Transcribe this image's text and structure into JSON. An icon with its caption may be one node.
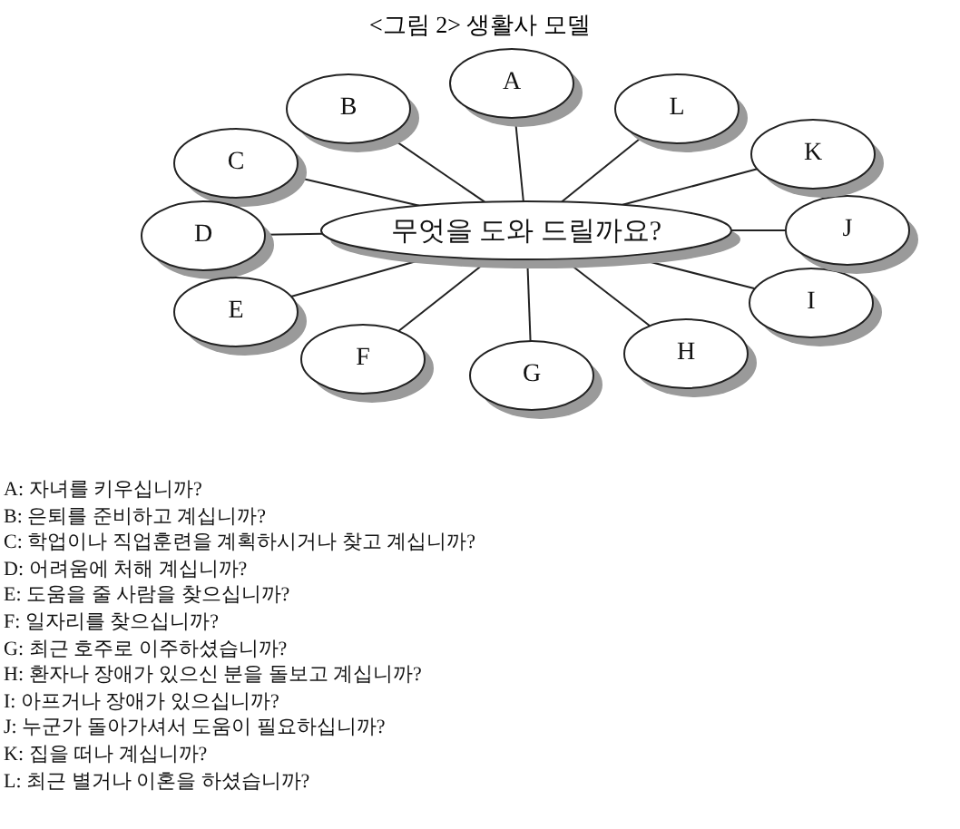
{
  "diagram": {
    "title": "<그림 2> 생활사 모델",
    "nodes": [
      {
        "text": [
          "무엇을 도와 드릴까요?"
        ]
      },
      {
        "text": [
          "A"
        ]
      },
      {
        "text": [
          "B"
        ]
      },
      {
        "text": [
          "C"
        ]
      },
      {
        "text": [
          "D"
        ]
      },
      {
        "text": [
          "E"
        ]
      },
      {
        "text": [
          "F"
        ]
      },
      {
        "text": [
          "G"
        ]
      },
      {
        "text": [
          "H"
        ]
      },
      {
        "text": [
          "I"
        ]
      },
      {
        "text": [
          "J"
        ]
      },
      {
        "text": [
          "K"
        ]
      },
      {
        "text": [
          "L"
        ]
      }
    ],
    "edges": [
      {
        "from": 0,
        "to": 1,
        "arrow": "none"
      },
      {
        "from": 0,
        "to": 2,
        "arrow": "none"
      },
      {
        "from": 0,
        "to": 3,
        "arrow": "none"
      },
      {
        "from": 0,
        "to": 4,
        "arrow": "none"
      },
      {
        "from": 0,
        "to": 5,
        "arrow": "none"
      },
      {
        "from": 0,
        "to": 6,
        "arrow": "none"
      },
      {
        "from": 0,
        "to": 7,
        "arrow": "none"
      },
      {
        "from": 0,
        "to": 8,
        "arrow": "none"
      },
      {
        "from": 0,
        "to": 9,
        "arrow": "none"
      },
      {
        "from": 0,
        "to": 10,
        "arrow": "none"
      },
      {
        "from": 0,
        "to": 11,
        "arrow": "none"
      },
      {
        "from": 0,
        "to": 12,
        "arrow": "none"
      }
    ],
    "labels": [
      "A: 자녀를 키우십니까?",
      "B: 은퇴를 준비하고 계십니까?",
      "C: 학업이나 직업훈련을 계획하시거나 찾고 계십니까?",
      "D: 어려움에 처해 계십니까?",
      "E: 도움을 줄 사람을 찾으십니까?",
      "F: 일자리를 찾으십니까?",
      "G: 최근 호주로 이주하셨습니까?",
      "H: 환자나 장애가 있으신 분을 돌보고 계십니까?",
      "I: 아프거나 장애가 있으십니까?",
      "J: 누군가 돌아가셔서 도움이 필요하십니까?",
      "K: 집을 떠나 계십니까?",
      "L: 최근 별거나 이혼을 하셨습니까?"
    ]
  }
}
